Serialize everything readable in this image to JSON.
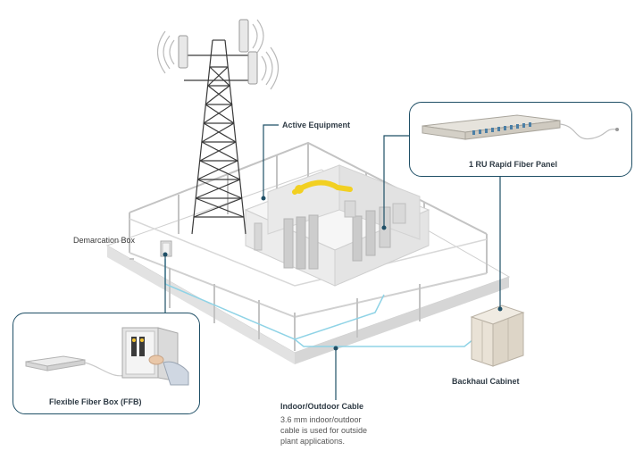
{
  "labels": {
    "active_equipment": "Active Equipment",
    "rapid_fiber_panel": "1 RU Rapid Fiber Panel",
    "demarcation_box": "Demarcation Box",
    "flexible_fiber_box": "Flexible Fiber Box (FFB)",
    "backhaul_cabinet": "Backhaul Cabinet",
    "cable_title": "Indoor/Outdoor Cable",
    "cable_desc_lines": [
      "3.6 mm indoor/outdoor",
      "cable is used for outside",
      "plant applications."
    ]
  },
  "colors": {
    "callout_border": "#1f4f66",
    "leader": "#1f4f66",
    "cable_path": "#8fd3e6",
    "platform_top": "#efefef",
    "platform_side": "#dcdcdc",
    "yellow_cable": "#f2d022"
  }
}
